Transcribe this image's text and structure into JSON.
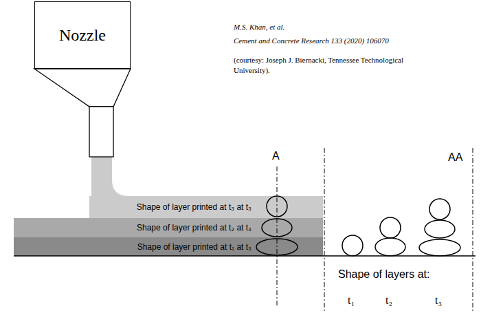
{
  "diagram": {
    "nodes": [
      {
        "text": [
          "Nozzle"
        ]
      },
      {
        "text": [
          "Shape of layer printed at t₃ at t₃"
        ]
      },
      {
        "text": [
          "Shape of layer printed at t₂ at t₃"
        ]
      },
      {
        "text": [
          "Shape of layer printed at t₁ at t₃"
        ]
      }
    ],
    "edges": [],
    "labels": [
      "M.S. Khan, et al.",
      "Cement and Concrete Research 133 (2020) 106070",
      "(courtesy: Joseph J. Biernacki, Tennessee Technological University).",
      "A",
      "AA",
      "Shape of layers at:",
      "t₁",
      "t₂",
      "t₃"
    ]
  }
}
